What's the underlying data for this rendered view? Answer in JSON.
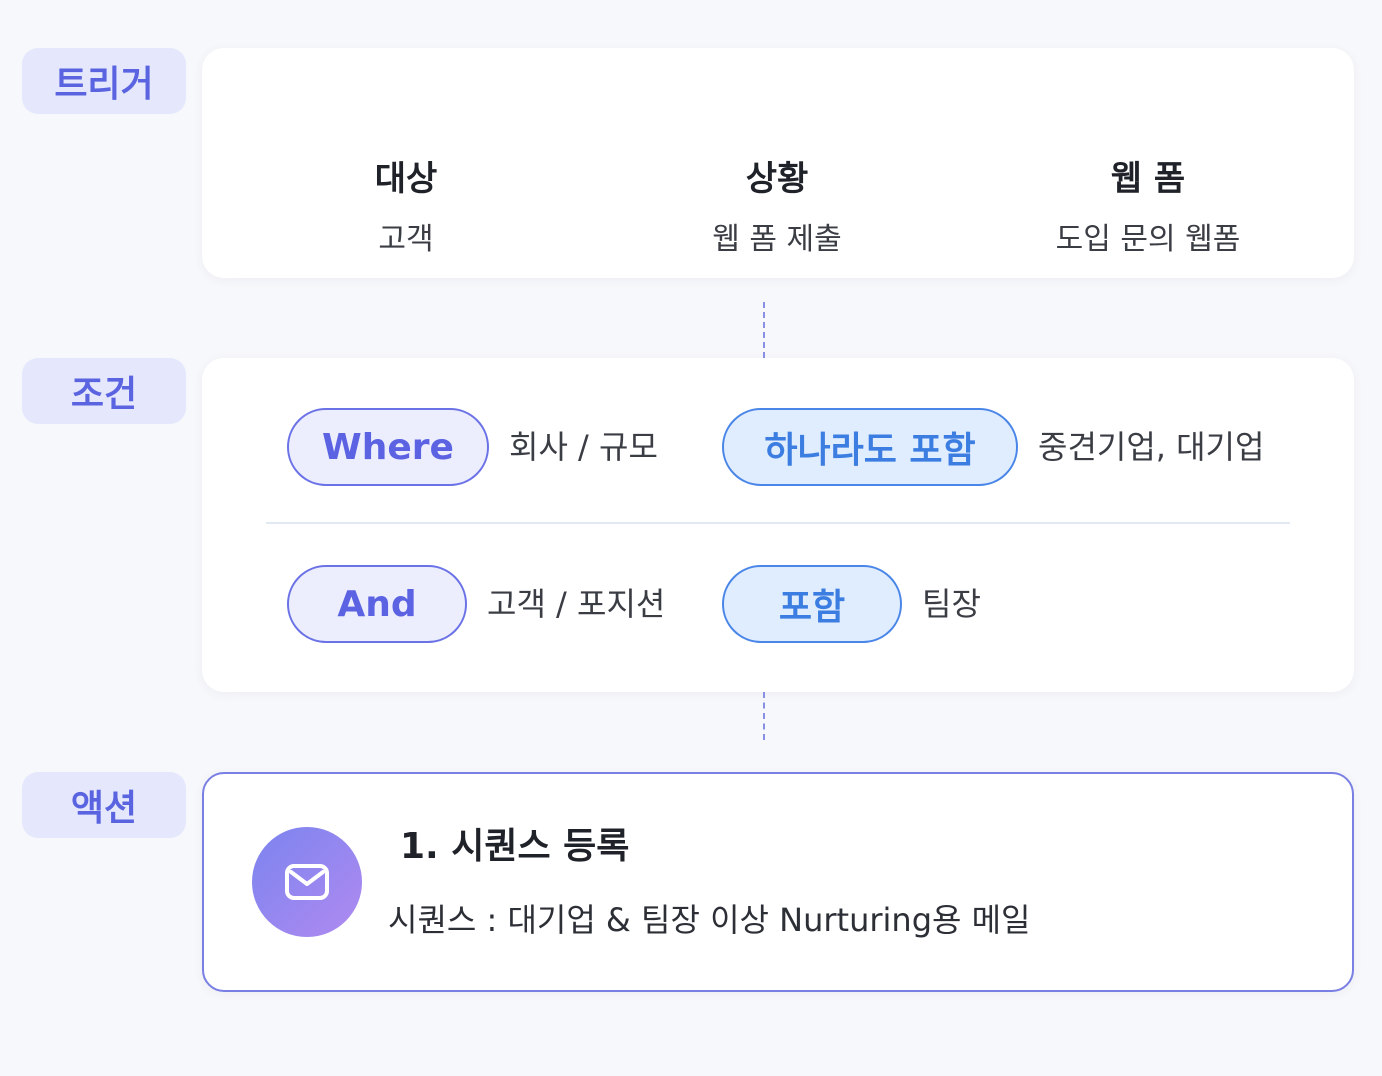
{
  "sections": {
    "trigger_label": "트리거",
    "condition_label": "조건",
    "action_label": "액션"
  },
  "trigger": {
    "columns": [
      {
        "title": "대상",
        "value": "고객"
      },
      {
        "title": "상황",
        "value": "웹 폼 제출"
      },
      {
        "title": "웹 폼",
        "value": "도입 문의 웹폼"
      }
    ]
  },
  "conditions": [
    {
      "operator": "Where",
      "field": "회사 / 규모",
      "match": "하나라도 포함",
      "value": "중견기업, 대기업"
    },
    {
      "operator": "And",
      "field": "고객 / 포지션",
      "match": "포함",
      "value": "팀장"
    }
  ],
  "action": {
    "title": "1. 시퀀스 등록",
    "description": "시퀀스 :  대기업 & 팀장 이상 Nurturing용 메일",
    "icon": "mail-icon"
  },
  "colors": {
    "accent_purple": "#5b63e3",
    "accent_blue": "#3b7de0",
    "label_bg": "#e5e8fc"
  }
}
